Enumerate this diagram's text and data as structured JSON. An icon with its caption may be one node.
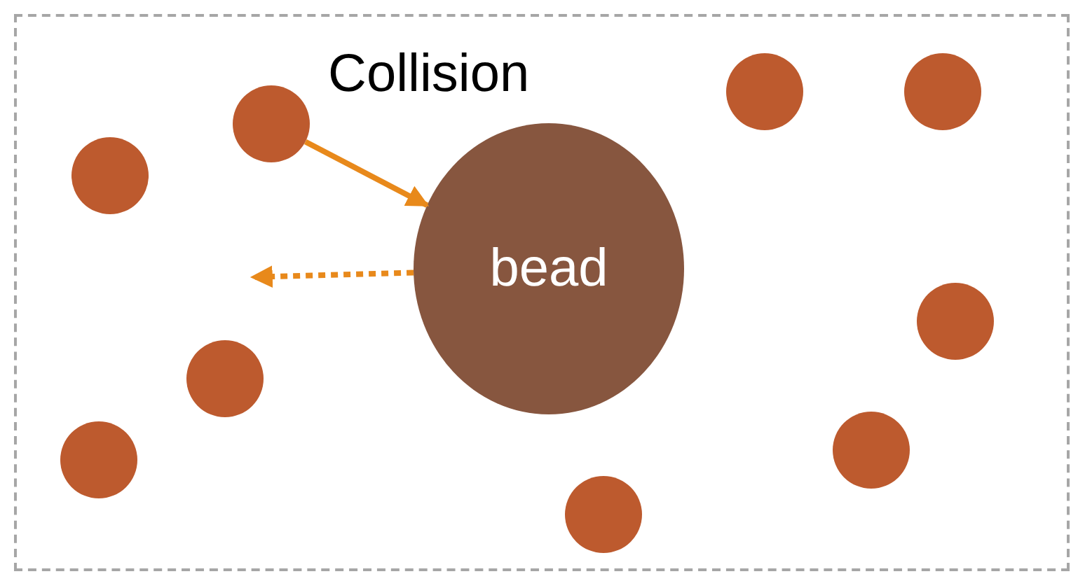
{
  "diagram": {
    "title": "Collision",
    "nodes": [
      {
        "text": [
          "bead"
        ]
      },
      {
        "text": [],
        "shape": "circle"
      },
      {
        "text": [],
        "shape": "circle"
      },
      {
        "text": [],
        "shape": "circle"
      },
      {
        "text": [],
        "shape": "circle"
      },
      {
        "text": [],
        "shape": "circle"
      },
      {
        "text": [],
        "shape": "circle"
      },
      {
        "text": [],
        "shape": "circle"
      },
      {
        "text": [],
        "shape": "circle"
      },
      {
        "text": [],
        "shape": "circle"
      }
    ],
    "edges": [
      {
        "from": 4,
        "to": 0,
        "arrow": "to"
      },
      {
        "from": 0,
        "to": null,
        "arrow": "to",
        "style": "dashed"
      }
    ]
  }
}
